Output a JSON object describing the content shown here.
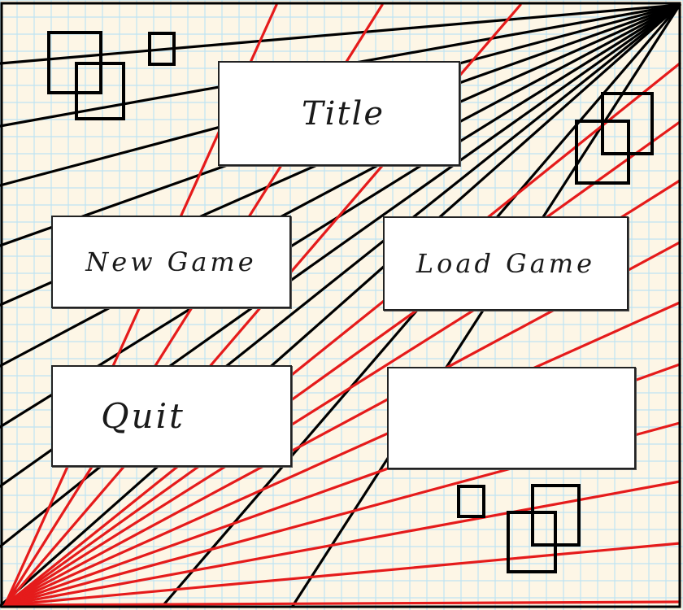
{
  "colors": {
    "paper": "#fdf6e6",
    "grid": "#bfe4f2",
    "black_rays": "#000000",
    "red_rays": "#e51b1b",
    "box_fill": "#ffffff",
    "box_border": "#222222"
  },
  "menu": {
    "title": "Title",
    "new_game": "New Game",
    "load_game": "Load Game",
    "quit": "Quit",
    "empty_slot": ""
  },
  "decorations": {
    "square_outline_icon": "square-outline-icon"
  }
}
